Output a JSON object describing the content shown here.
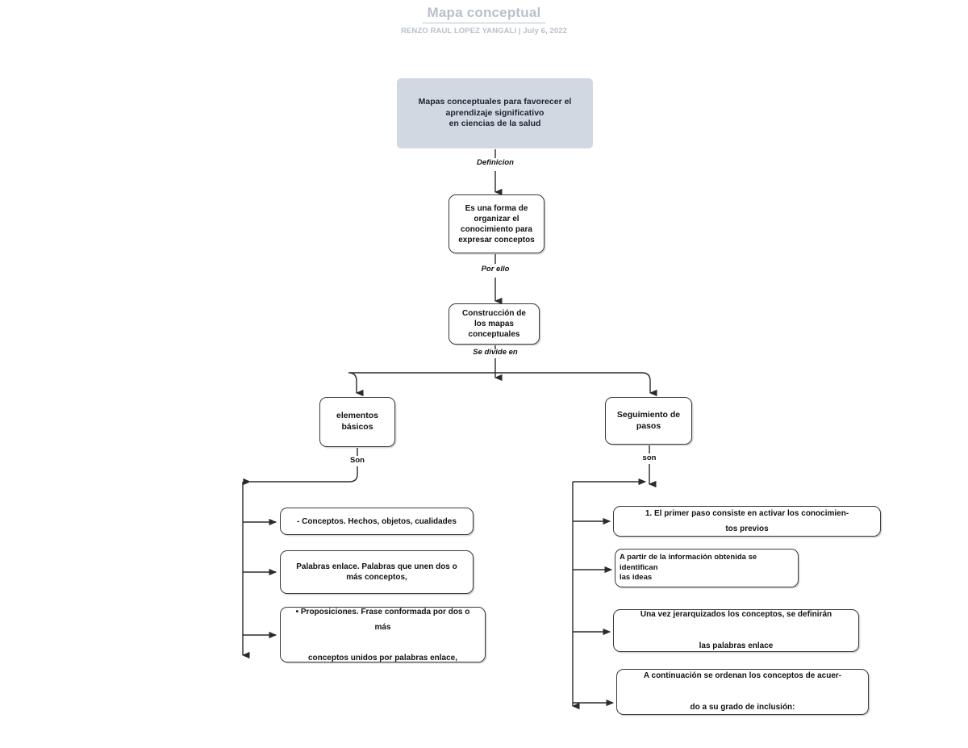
{
  "header": {
    "title": "Mapa conceptual",
    "byline": "RENZO RAUL LOPEZ YANGALI  |  July 6, 2022"
  },
  "diagram": {
    "type": "concept-map",
    "nodes": {
      "root": "Mapas conceptuales para favorecer el\naprendizaje significativo\nen ciencias de la salud",
      "definition": "Es una forma de\norganizar el\nconocimiento para\nexpresar conceptos",
      "construction": "Construcción de\nlos mapas\nconceptuales",
      "basic_elements": "elementos\nbásicos",
      "steps": "Seguimiento de\npasos",
      "left_1": "- Conceptos. Hechos, objetos, cualidades",
      "left_2": "Palabras enlace. Palabras que unen dos o\nmás conceptos,",
      "left_3": "• Proposiciones. Frase conformada por dos o\nmás\n\nconceptos unidos por palabras enlace,",
      "right_1": "1. El primer paso consiste en activar los conocimien-\ntos previos",
      "right_2": "A partir de la información obtenida se\nidentifican\nlas ideas",
      "right_3": "Una vez jerarquizados los conceptos, se definirán\n\nlas palabras enlace",
      "right_4": "A continuación se ordenan los conceptos de acuer-\n\ndo a su grado de inclusión:"
    },
    "edge_labels": {
      "root_to_definition": "Definicion",
      "definition_to_construction": "Por ello",
      "construction_to_branches": "Se divide en",
      "elements_to_list": "Son",
      "steps_to_list": "son"
    },
    "colors": {
      "root_fill": "#d2d8e1",
      "node_stroke": "#3a3a3a",
      "header_text": "#b9c0cc",
      "body_text": "#111111"
    }
  }
}
